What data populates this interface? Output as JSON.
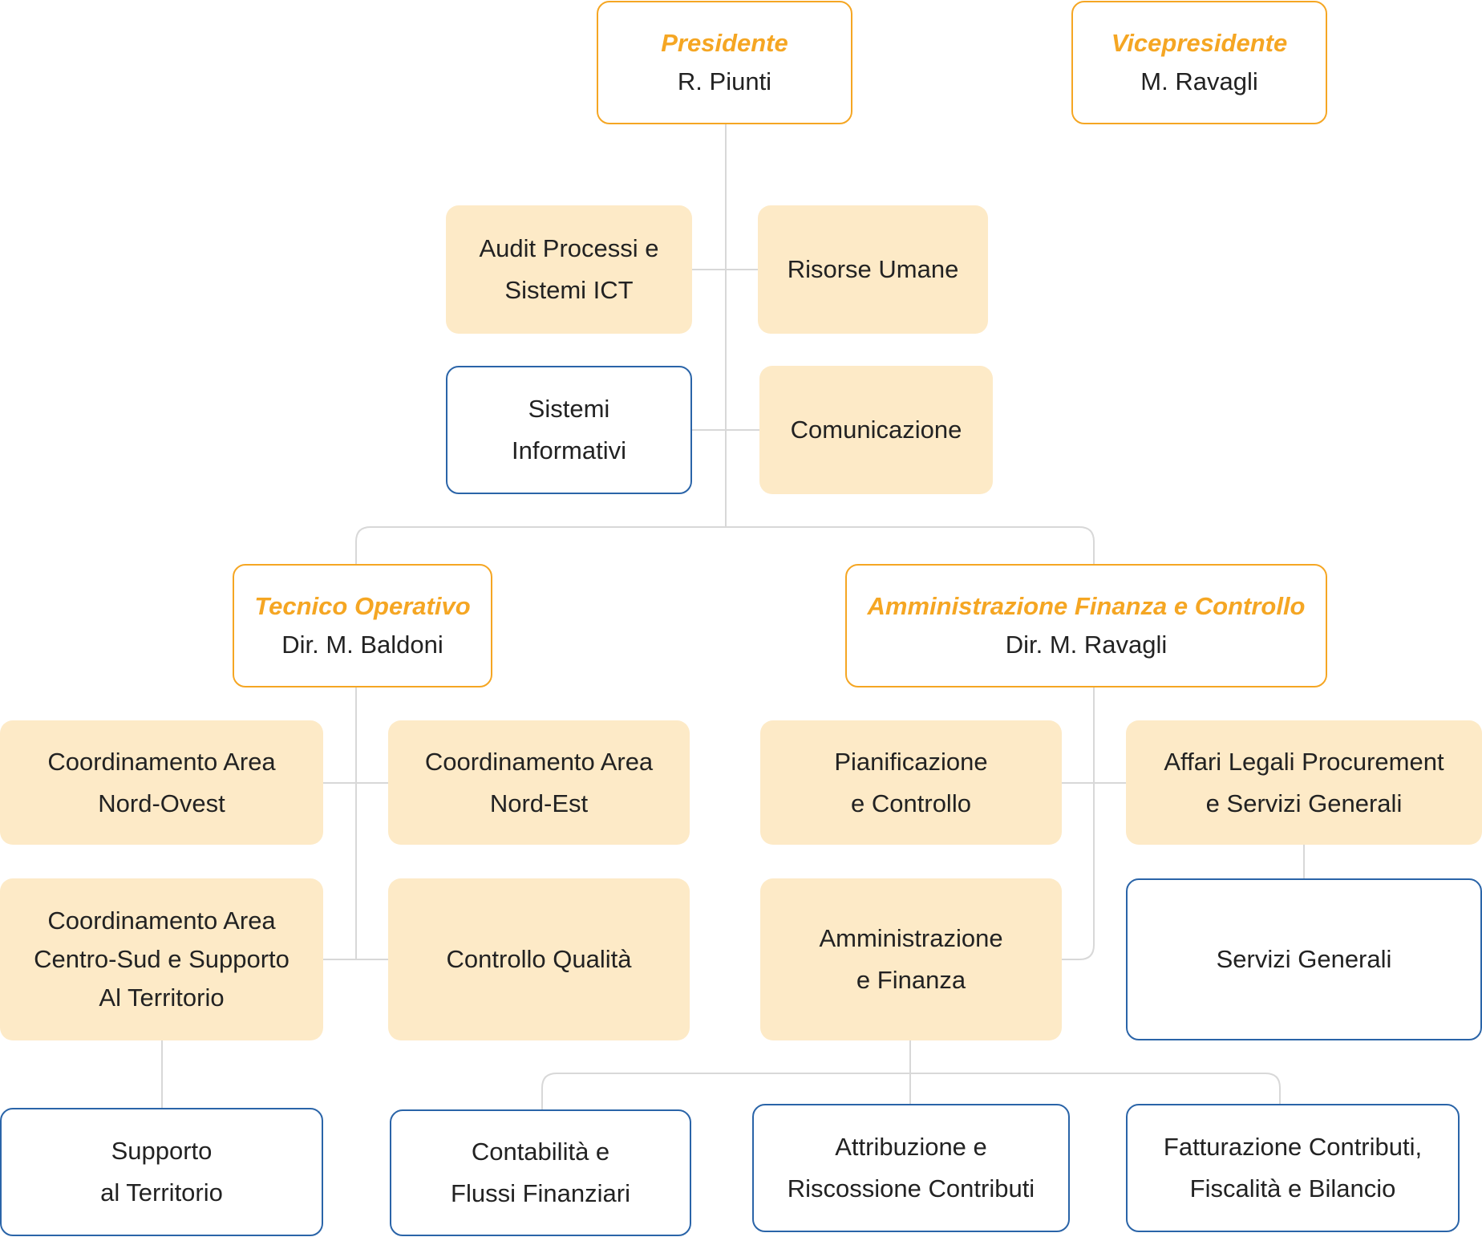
{
  "colors": {
    "accent": "#f5a623",
    "unit_fill": "#fdeac7",
    "sub_border": "#2a64a8",
    "connector": "#d8d8d8",
    "text": "#222222"
  },
  "presidente": {
    "role": "Presidente",
    "name": "R. Piunti"
  },
  "vicepresidente": {
    "role": "Vicepresidente",
    "name": "M. Ravagli"
  },
  "staff": {
    "audit": {
      "line1": "Audit Processi e",
      "line2": "Sistemi ICT"
    },
    "risorse_umane": {
      "line1": "Risorse Umane"
    },
    "sistemi_informativi": {
      "line1": "Sistemi",
      "line2": "Informativi"
    },
    "comunicazione": {
      "line1": "Comunicazione"
    }
  },
  "tecnico": {
    "role": "Tecnico Operativo",
    "name": "Dir. M. Baldoni",
    "nord_ovest": {
      "line1": "Coordinamento Area",
      "line2": "Nord-Ovest"
    },
    "nord_est": {
      "line1": "Coordinamento Area",
      "line2": "Nord-Est"
    },
    "centro_sud": {
      "line1": "Coordinamento Area",
      "line2": "Centro-Sud e Supporto",
      "line3": "Al Territorio"
    },
    "controllo_qualita": {
      "line1": "Controllo Qualità"
    },
    "supporto": {
      "line1": "Supporto",
      "line2": "al Territorio"
    }
  },
  "amministrazione": {
    "role": "Amministrazione Finanza e Controllo",
    "name": "Dir. M. Ravagli",
    "pianificazione": {
      "line1": "Pianificazione",
      "line2": "e Controllo"
    },
    "affari_legali": {
      "line1": "Affari Legali Procurement",
      "line2": "e Servizi Generali"
    },
    "amm_finanza": {
      "line1": "Amministrazione",
      "line2": "e Finanza"
    },
    "servizi_generali": {
      "line1": "Servizi Generali"
    },
    "contabilita": {
      "line1": "Contabilità e",
      "line2": "Flussi Finanziari"
    },
    "attribuzione": {
      "line1": "Attribuzione e",
      "line2": "Riscossione Contributi"
    },
    "fatturazione": {
      "line1": "Fatturazione Contributi,",
      "line2": "Fiscalità e Bilancio"
    }
  }
}
